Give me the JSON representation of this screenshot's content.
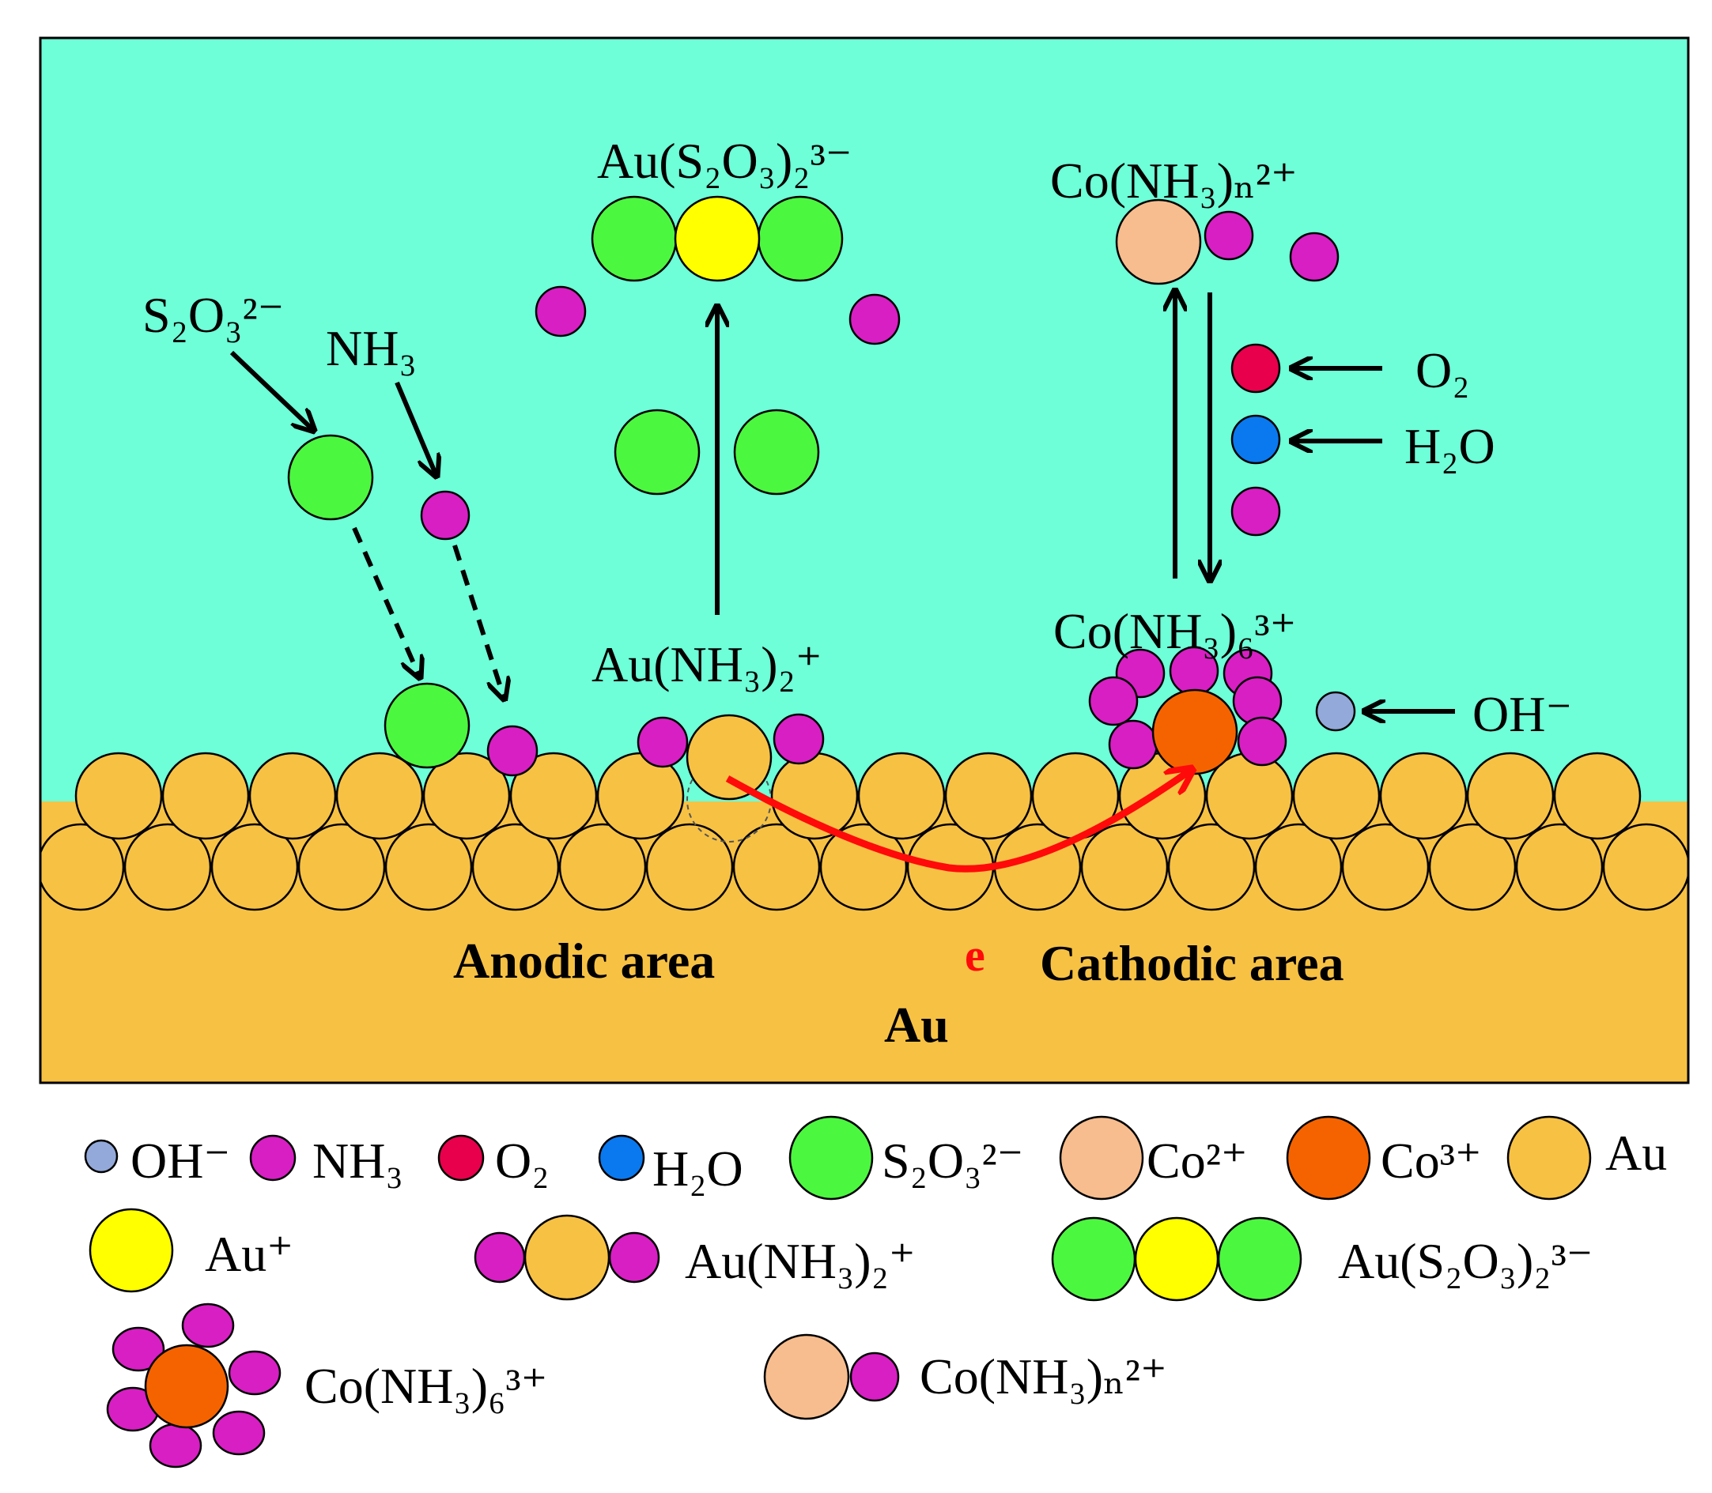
{
  "labels": {
    "au_s2o3_complex": "Au(S₂O₃)₂³⁻",
    "co_nh3_n": "Co(NH₃)ₙ²⁺",
    "s2o3": "S₂O₃²⁻",
    "nh3": "NH₃",
    "o2": "O₂",
    "h2o": "H₂O",
    "au_nh3_2": "Au(NH₃)₂⁺",
    "co_nh3_6": "Co(NH₃)₆³⁺",
    "oh": "OH⁻",
    "anodic_area": "Anodic area",
    "electron": "e",
    "cathodic_area": "Cathodic area",
    "au_substrate": "Au"
  },
  "legend": {
    "oh": "OH⁻",
    "nh3": "NH₃",
    "o2": "O₂",
    "h2o": "H₂O",
    "s2o3": "S₂O₃²⁻",
    "co2": "Co²⁺",
    "co3": "Co³⁺",
    "au": "Au",
    "au_plus": "Au⁺",
    "au_nh3_2": "Au(NH₃)₂⁺",
    "au_s2o3_complex": "Au(S₂O₃)₂³⁻",
    "co_nh3_6": "Co(NH₃)₆³⁺",
    "co_nh3_n": "Co(NH₃)ₙ²⁺"
  },
  "colors": {
    "solution": "#6effd8",
    "gold": "#f7c144",
    "nh3": "#d81fc3",
    "s2o3": "#4cf740",
    "au_plus": "#ffff00",
    "co2": "#f7bd8e",
    "co3": "#f56300",
    "o2": "#e8004d",
    "h2o": "#0a79ef",
    "oh": "#93a9d9",
    "electron_path": "#ff0a0a"
  }
}
